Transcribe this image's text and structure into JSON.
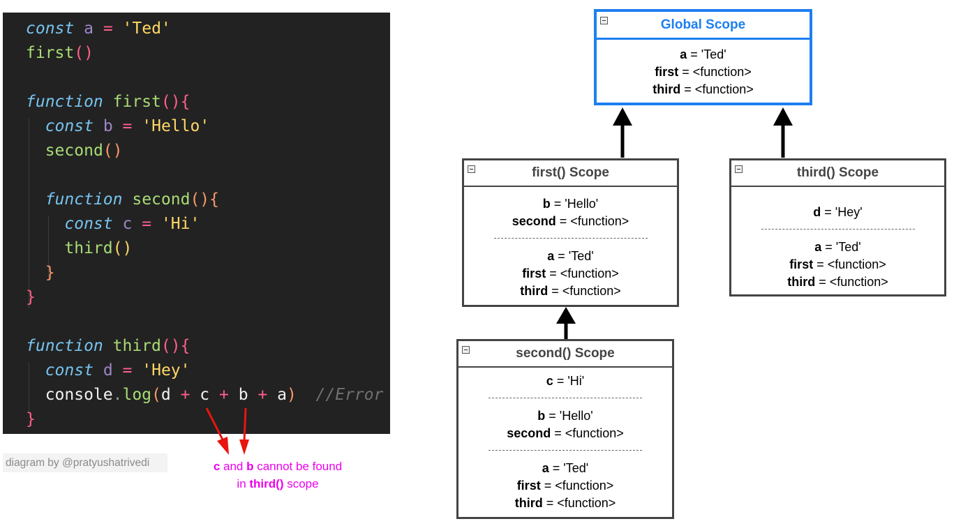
{
  "code": {
    "lines": [
      [
        [
          "kw",
          "const"
        ],
        [
          "plain",
          " "
        ],
        [
          "var",
          "a"
        ],
        [
          "plain",
          " "
        ],
        [
          "op",
          "="
        ],
        [
          "plain",
          " "
        ],
        [
          "str",
          "'Ted'"
        ]
      ],
      [
        [
          "fn",
          "first"
        ],
        [
          "brace",
          "()"
        ]
      ],
      [],
      [
        [
          "kw",
          "function"
        ],
        [
          "plain",
          " "
        ],
        [
          "fn",
          "first"
        ],
        [
          "brace",
          "(){"
        ]
      ],
      [
        [
          "plain",
          "  "
        ],
        [
          "kw",
          "const"
        ],
        [
          "plain",
          " "
        ],
        [
          "var",
          "b"
        ],
        [
          "plain",
          " "
        ],
        [
          "op",
          "="
        ],
        [
          "plain",
          " "
        ],
        [
          "str",
          "'Hello'"
        ]
      ],
      [
        [
          "plain",
          "  "
        ],
        [
          "fn",
          "second"
        ],
        [
          "paren",
          "()"
        ]
      ],
      [],
      [
        [
          "plain",
          "  "
        ],
        [
          "kw",
          "function"
        ],
        [
          "plain",
          " "
        ],
        [
          "fn",
          "second"
        ],
        [
          "paren",
          "(){"
        ]
      ],
      [
        [
          "plain",
          "    "
        ],
        [
          "kw",
          "const"
        ],
        [
          "plain",
          " "
        ],
        [
          "var",
          "c"
        ],
        [
          "plain",
          " "
        ],
        [
          "op",
          "="
        ],
        [
          "plain",
          " "
        ],
        [
          "str",
          "'Hi'"
        ]
      ],
      [
        [
          "plain",
          "    "
        ],
        [
          "fn",
          "third"
        ],
        [
          "str",
          "()"
        ]
      ],
      [
        [
          "plain",
          "  "
        ],
        [
          "paren",
          "}"
        ]
      ],
      [
        [
          "brace",
          "}"
        ]
      ],
      [],
      [
        [
          "kw",
          "function"
        ],
        [
          "plain",
          " "
        ],
        [
          "fn",
          "third"
        ],
        [
          "brace",
          "(){"
        ]
      ],
      [
        [
          "plain",
          "  "
        ],
        [
          "kw",
          "const"
        ],
        [
          "plain",
          " "
        ],
        [
          "var",
          "d"
        ],
        [
          "plain",
          " "
        ],
        [
          "op",
          "="
        ],
        [
          "plain",
          " "
        ],
        [
          "str",
          "'Hey'"
        ]
      ],
      [
        [
          "plain",
          "  console"
        ],
        [
          "dot",
          "."
        ],
        [
          "fn",
          "log"
        ],
        [
          "paren",
          "("
        ],
        [
          "plain",
          "d "
        ],
        [
          "op",
          "+"
        ],
        [
          "plain",
          " c "
        ],
        [
          "op",
          "+"
        ],
        [
          "plain",
          " b "
        ],
        [
          "op",
          "+"
        ],
        [
          "plain",
          " a"
        ],
        [
          "paren",
          ")"
        ],
        [
          "plain",
          "  "
        ],
        [
          "cmt",
          "//Error"
        ]
      ],
      [
        [
          "brace",
          "}"
        ]
      ]
    ]
  },
  "credit": "diagram by @pratyushatrivedi",
  "note": {
    "c": "c",
    "and": " and ",
    "b": "b",
    "cannot": " cannot be found",
    "in": "in ",
    "third": "third()",
    "scope": " scope"
  },
  "scopes": {
    "global": {
      "title": "Global Scope",
      "groups": [
        [
          [
            "a",
            " = 'Ted'"
          ],
          [
            "first",
            " =  <function>"
          ],
          [
            "third",
            " = <function>"
          ]
        ]
      ]
    },
    "first": {
      "title": "first() Scope",
      "groups": [
        [
          [
            "b",
            " = 'Hello'"
          ],
          [
            "second",
            " =  <function>"
          ]
        ],
        [
          [
            "a",
            " = 'Ted'"
          ],
          [
            "first",
            " =  <function>"
          ],
          [
            "third",
            " = <function>"
          ]
        ]
      ]
    },
    "third": {
      "title": "third() Scope",
      "groups": [
        [
          [
            "d",
            " = 'Hey'"
          ]
        ],
        [
          [
            "a",
            " = 'Ted'"
          ],
          [
            "first",
            " =  <function>"
          ],
          [
            "third",
            " = <function>"
          ]
        ]
      ]
    },
    "second": {
      "title": "second() Scope",
      "groups": [
        [
          [
            "c",
            " = 'Hi'"
          ]
        ],
        [
          [
            "b",
            " = 'Hello'"
          ],
          [
            "second",
            " =  <function>"
          ]
        ],
        [
          [
            "a",
            " = 'Ted'"
          ],
          [
            "first",
            " =  <function>"
          ],
          [
            "third",
            " = <function>"
          ]
        ]
      ]
    }
  },
  "colors": {
    "code_bg": "#222222",
    "global_border": "#1d7ff0",
    "box_border": "#444444",
    "note": "#ee00ee",
    "error_arrow": "#e8150e"
  }
}
